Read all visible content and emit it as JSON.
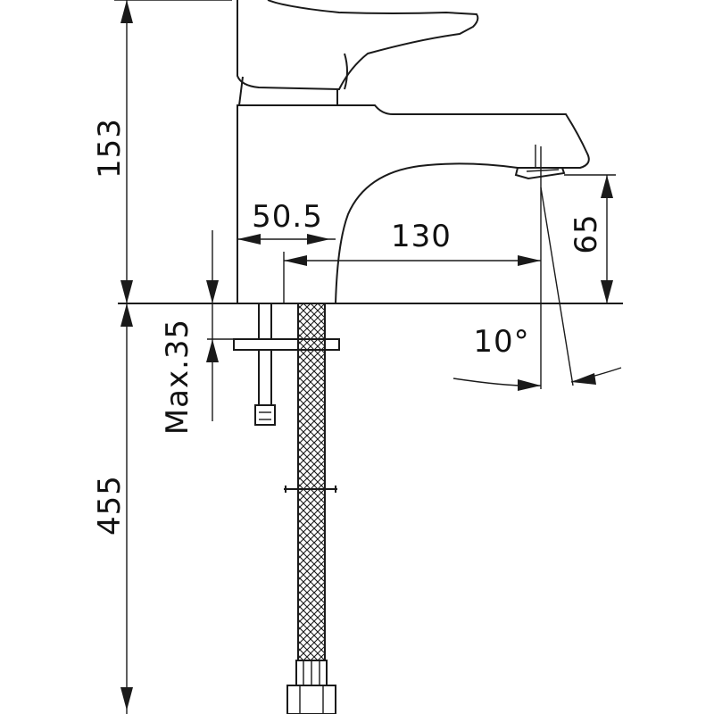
{
  "drawing": {
    "dimensions": {
      "body_height": "153",
      "inlet_offset": "50.5",
      "spout_reach": "130",
      "spout_height": "65",
      "spout_angle": "10°",
      "max_thickness": "Max.35",
      "hose_length": "455"
    }
  }
}
